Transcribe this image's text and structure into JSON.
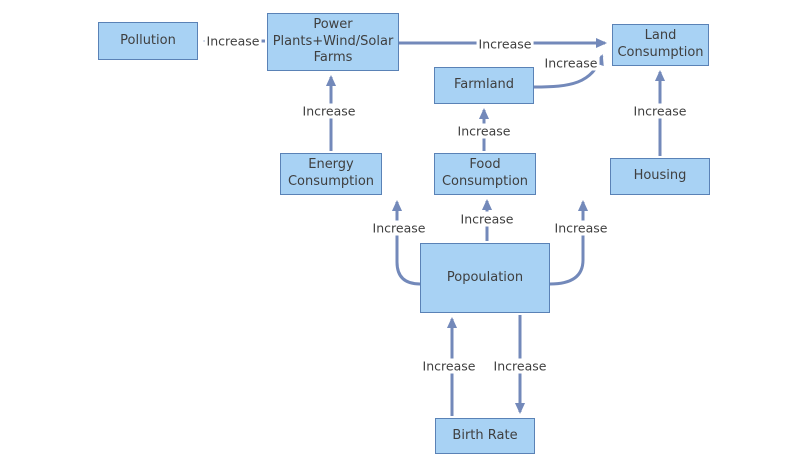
{
  "diagram": {
    "type": "causal-loop-diagram",
    "colors": {
      "node_fill": "#a8d2f4",
      "node_border": "#5a82b6",
      "arrow": "#7389ba",
      "text": "#3f3f3f",
      "background": "#ffffff"
    },
    "nodes": {
      "pollution": {
        "label": "Pollution"
      },
      "power_plants": {
        "label": "Power Plants+Wind/Solar Farms"
      },
      "land_consumption": {
        "label": "Land Consumption"
      },
      "farmland": {
        "label": "Farmland"
      },
      "energy_consumption": {
        "label": "Energy Consumption"
      },
      "food_consumption": {
        "label": "Food Consumption"
      },
      "housing": {
        "label": "Housing"
      },
      "population": {
        "label": "Popoulation"
      },
      "birth_rate": {
        "label": "Birth Rate"
      }
    },
    "edges": [
      {
        "from": "power_plants",
        "to": "pollution",
        "label": "Increase"
      },
      {
        "from": "power_plants",
        "to": "land_consumption",
        "label": "Increase"
      },
      {
        "from": "farmland",
        "to": "land_consumption",
        "label": "Increase"
      },
      {
        "from": "energy_consumption",
        "to": "power_plants",
        "label": "Increase"
      },
      {
        "from": "food_consumption",
        "to": "farmland",
        "label": "Increase"
      },
      {
        "from": "housing",
        "to": "land_consumption",
        "label": "Increase"
      },
      {
        "from": "population",
        "to": "energy_consumption",
        "label": "Increase"
      },
      {
        "from": "population",
        "to": "food_consumption",
        "label": "Increase"
      },
      {
        "from": "population",
        "to": "housing",
        "label": "Increase"
      },
      {
        "from": "birth_rate",
        "to": "population",
        "label": "Increase"
      },
      {
        "from": "population",
        "to": "birth_rate",
        "label": "Increase"
      }
    ]
  }
}
